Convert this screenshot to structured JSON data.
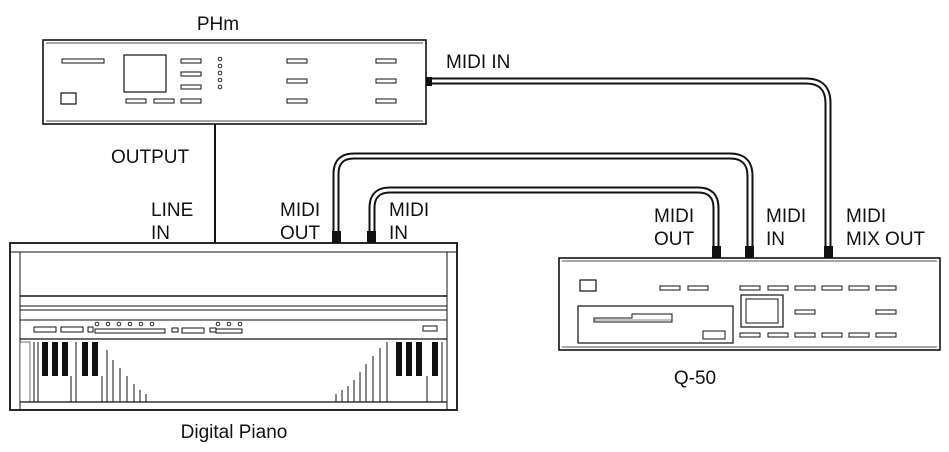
{
  "devices": {
    "phm": "PHm",
    "digital_piano": "Digital Piano",
    "q50": "Q-50"
  },
  "labels": {
    "phm_output": "OUTPUT",
    "phm_midi_in": "MIDI IN",
    "piano_line_in": [
      "LINE",
      "IN"
    ],
    "piano_midi_out": [
      "MIDI",
      "OUT"
    ],
    "piano_midi_in": [
      "MIDI",
      "IN"
    ],
    "q50_midi_out": [
      "MIDI",
      "OUT"
    ],
    "q50_midi_in": [
      "MIDI",
      "IN"
    ],
    "q50_midi_mix_out": [
      "MIDI",
      "MIX OUT"
    ]
  }
}
